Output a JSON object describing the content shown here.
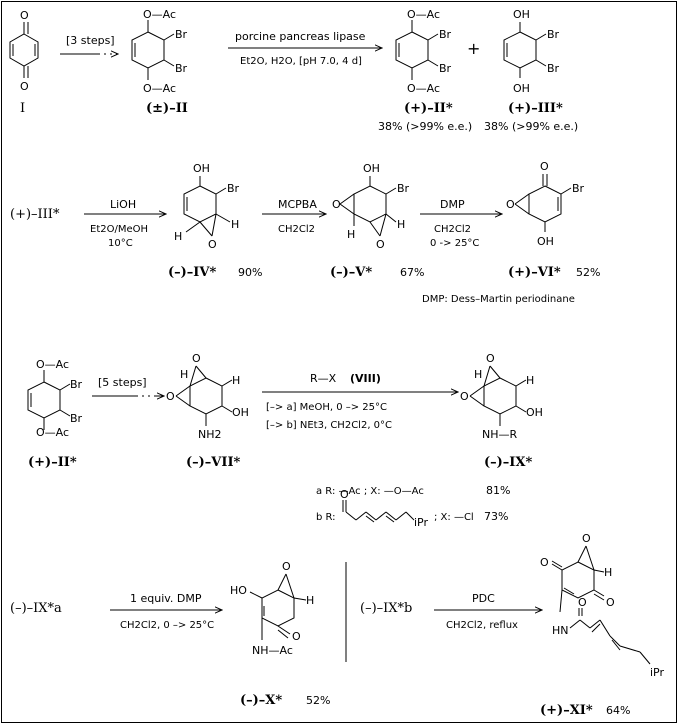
{
  "scheme_row1": {
    "start_compound": "I",
    "step1_label": "[3 steps]",
    "step1_product": "(±)–II",
    "enzyme_label": "porcine pancreas lipase",
    "enzyme_conditions": "Et2O, H2O, [pH 7.0, 4 d]",
    "product_a": "(+)–II*",
    "product_b": "(+)–III*",
    "plus": "+",
    "yield_a": "38% (>99% e.e.)",
    "yield_b": "38% (>99% e.e.)"
  },
  "scheme_row2": {
    "start": "(+)–III*",
    "reagent1": "LiOH",
    "cond1a": "Et2O/MeOH",
    "cond1b": "10°C",
    "product1": "(–)–IV*",
    "yield1": "90%",
    "reagent2": "MCPBA",
    "cond2": "CH2Cl2",
    "product2": "(–)–V*",
    "yield2": "67%",
    "reagent3": "DMP",
    "cond3a": "CH2Cl2",
    "cond3b": "0 -> 25°C",
    "product3": "(+)–VI*",
    "yield3": "52%",
    "footnote": "DMP:  Dess–Martin periodinane"
  },
  "scheme_row3": {
    "start": "(+)–II*",
    "step_label": "[5 steps]",
    "intermediate": "(–)–VII*",
    "reagent": "R—X",
    "reagent_id": "(VIII)",
    "cond_a": "[–> a] MeOH,  0 –> 25°C",
    "cond_b": "[–> b] NEt3,  CH2Cl2,   0°C",
    "product": "(–)–IX*",
    "variant_a": "a R: —Ac ; X: —O—Ac",
    "yield_a": "81%",
    "variant_b_r": "b R:",
    "variant_b_x": "; X: —Cl",
    "yield_b": "73%"
  },
  "scheme_row4": {
    "left_start": "(–)–IX*a",
    "left_reagent": "1 equiv. DMP",
    "left_cond": "CH2Cl2,  0 –> 25°C",
    "left_product": "(–)–X*",
    "left_yield": "52%",
    "right_start": "(–)–IX*b",
    "right_reagent": "PDC",
    "right_cond": "CH2Cl2,  reflux",
    "right_product": "(+)–XI*",
    "right_yield": "64%"
  },
  "atoms": {
    "O": "O",
    "OAc": "O—Ac",
    "Br": "Br",
    "OH": "OH",
    "HO": "HO",
    "H": "H",
    "NH2": "NH2",
    "NHR": "NH—R",
    "NHAc": "NH—Ac",
    "HN": "HN",
    "iPr": "iPr"
  }
}
